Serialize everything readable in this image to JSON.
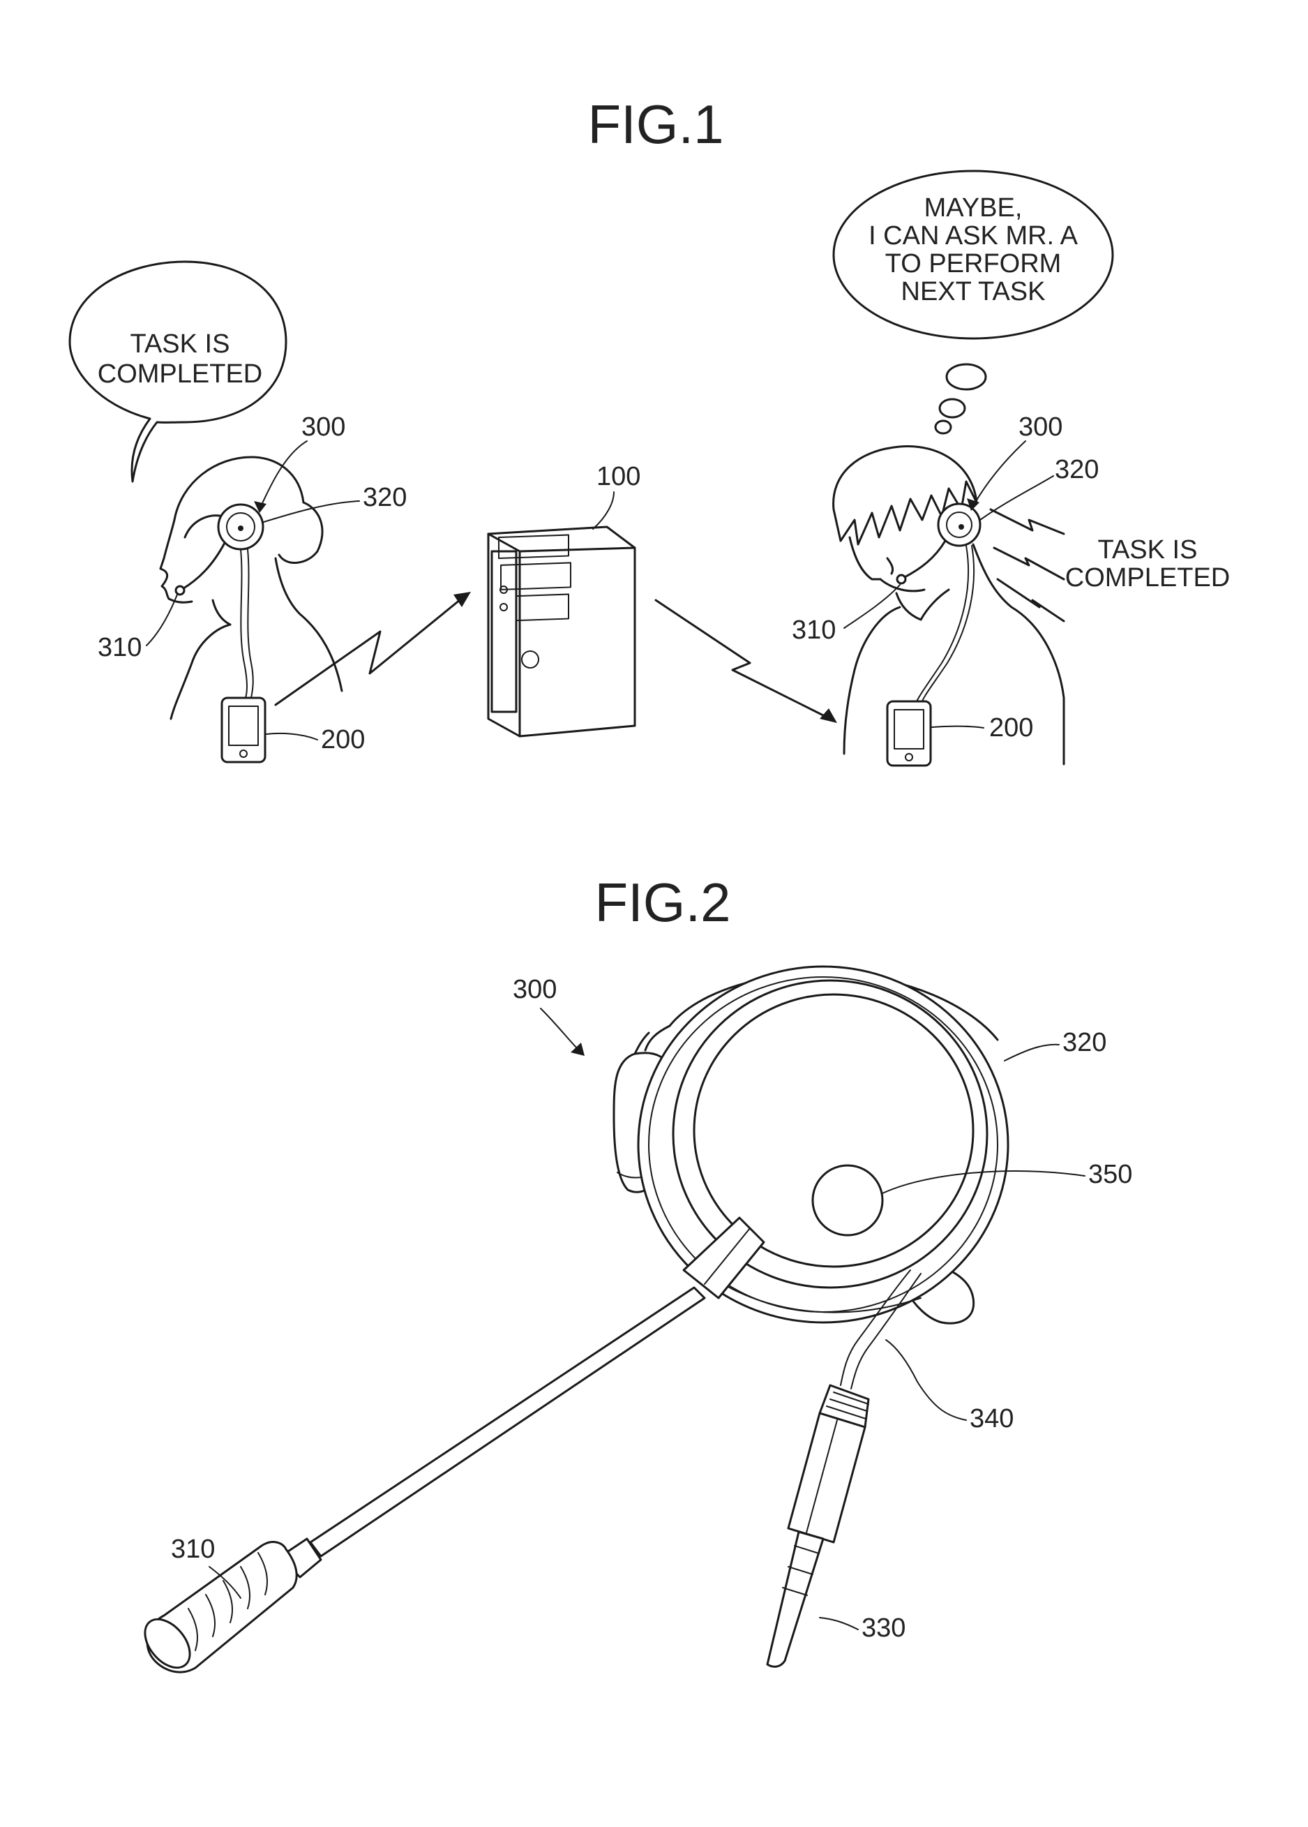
{
  "figures": {
    "fig1": {
      "title": "FIG.1",
      "left_bubble": {
        "line1": "TASK IS",
        "line2": "COMPLETED"
      },
      "right_bubble": {
        "line1": "MAYBE,",
        "line2": "I CAN ASK MR. A",
        "line3": "TO PERFORM",
        "line4": "NEXT TASK"
      },
      "notification": {
        "line1": "TASK IS",
        "line2": "COMPLETED"
      },
      "labels": {
        "headset_left": "300",
        "earpiece_left": "320",
        "mic_left": "310",
        "terminal_left": "200",
        "server": "100",
        "headset_right": "300",
        "earpiece_right": "320",
        "mic_right": "310",
        "terminal_right": "200"
      }
    },
    "fig2": {
      "title": "FIG.2",
      "labels": {
        "headset": "300",
        "earpiece": "320",
        "button": "350",
        "cable": "340",
        "plug": "330",
        "microphone": "310"
      }
    }
  }
}
